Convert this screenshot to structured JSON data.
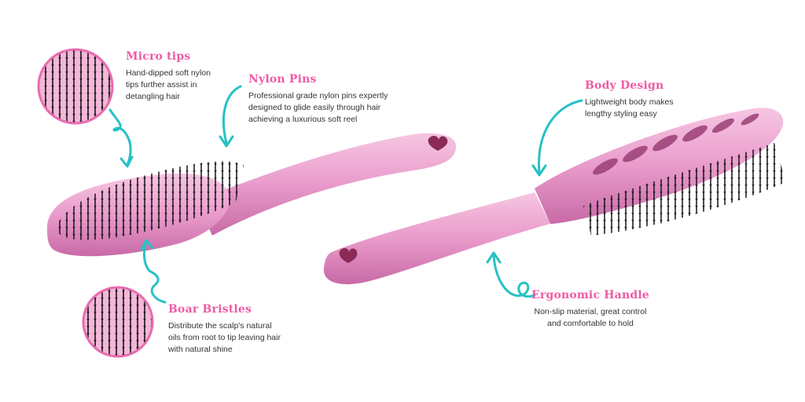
{
  "colors": {
    "accent_text": "#ee5ba5",
    "arrow": "#27c1c6",
    "brush_pink": "#e99bcb",
    "brush_pink_dark": "#c86aa6",
    "bristle": "#1a1418",
    "circle_border": "#e86bb0"
  },
  "callouts": {
    "micro_tips": {
      "title": "Micro tips",
      "text": "Hand-dipped soft nylon tips further assist in detangling hair"
    },
    "nylon_pins": {
      "title": "Nylon Pins",
      "text": "Professional grade nylon pins expertly designed to glide easily through hair achieving a luxurious soft reel"
    },
    "boar_bristles": {
      "title": "Boar Bristles",
      "text": "Distribute the scalp's natural oils from root to tip leaving hair with natural shine"
    },
    "body_design": {
      "title": "Body Design",
      "text": "Lightweight body makes lengthy styling easy"
    },
    "ergonomic_handle": {
      "title": "Ergonomic Handle",
      "text": "Non-slip material, great control and comfortable to hold"
    }
  },
  "icons": [
    "curved-arrow-icon",
    "zoom-circle-icon"
  ]
}
